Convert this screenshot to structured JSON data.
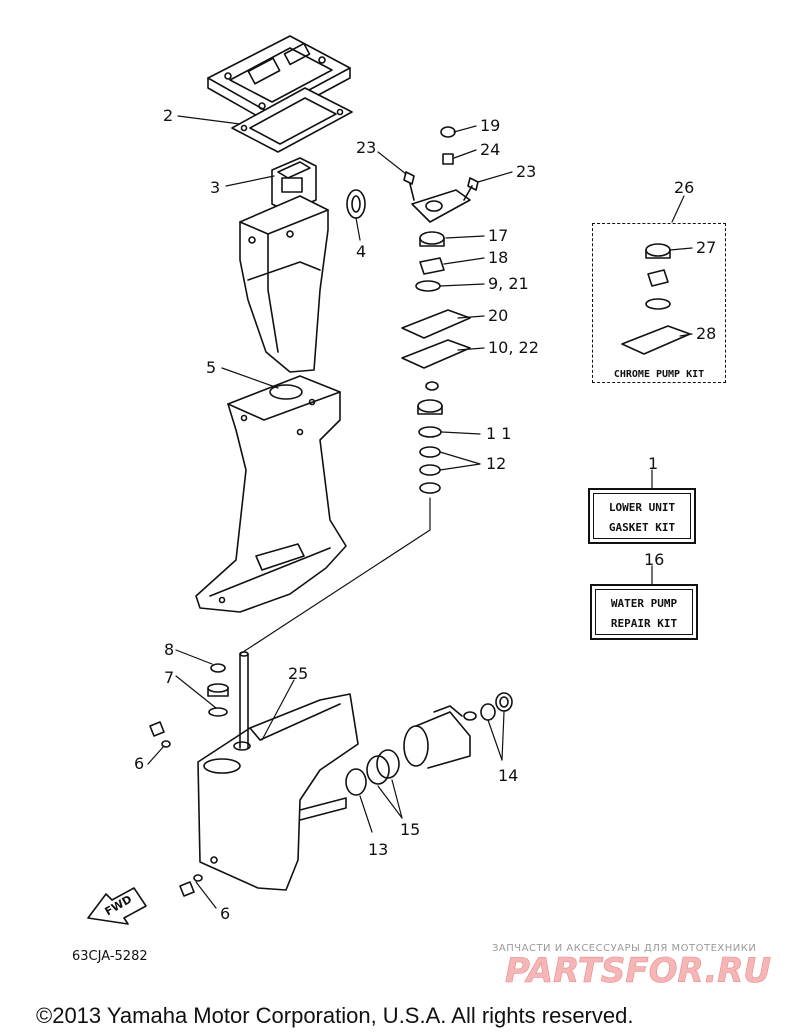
{
  "callouts": {
    "c1": "1",
    "c2": "2",
    "c3": "3",
    "c4": "4",
    "c5": "5",
    "c6a": "6",
    "c6b": "6",
    "c7": "7",
    "c8": "8",
    "c921": "9, 21",
    "c1022": "10, 22",
    "c11": "1 1",
    "c12": "12",
    "c13": "13",
    "c14": "14",
    "c15": "15",
    "c16": "16",
    "c17": "17",
    "c18": "18",
    "c19": "19",
    "c20": "20",
    "c23a": "23",
    "c23b": "23",
    "c24": "24",
    "c25": "25",
    "c26": "26",
    "c27": "27",
    "c28": "28"
  },
  "kits": {
    "lower_unit_line1": "LOWER UNIT",
    "lower_unit_line2": "GASKET KIT",
    "water_pump_line1": "WATER PUMP",
    "water_pump_line2": "REPAIR KIT",
    "chrome_pump": "CHROME PUMP KIT"
  },
  "fwd_label": "FWD",
  "diagram_code": "63CJA-5282",
  "watermark": {
    "tagline": "ЗАПЧАСТИ И АКСЕССУАРЫ ДЛЯ МОТОТЕХНИКИ",
    "logo_text": "PARTSFOR.RU"
  },
  "copyright": "©2013 Yamaha Motor Corporation, U.S.A. All rights reserved."
}
